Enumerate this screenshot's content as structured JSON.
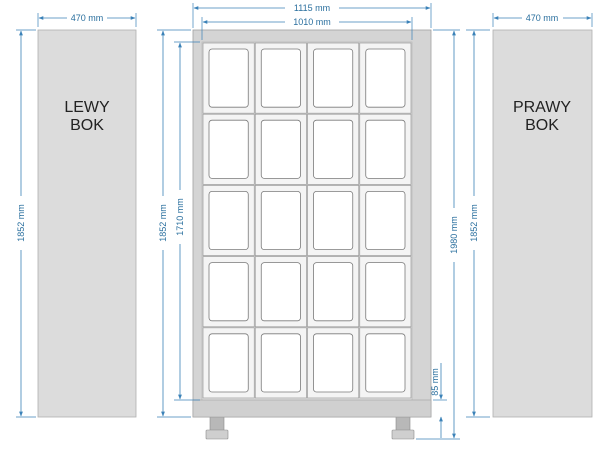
{
  "colors": {
    "dimension_line": "#3b82b8",
    "dimension_text": "#2a6f9e",
    "panel_fill": "#dcdcdc",
    "frame_fill": "#d4d4d4",
    "compartment_fill": "#f4f4f4",
    "door_fill": "#ffffff",
    "outline": "#8a8a8a"
  },
  "left_panel": {
    "label_line1": "LEWY",
    "label_line2": "BOK",
    "width": "470 mm",
    "height": "1852 mm"
  },
  "right_panel": {
    "label_line1": "PRAWY",
    "label_line2": "BOK",
    "width": "470 mm",
    "height": "1852 mm"
  },
  "front": {
    "outer_width": "1115 mm",
    "inner_width": "1010 mm",
    "height_body": "1852 mm",
    "height_inner": "1710 mm",
    "height_total": "1980 mm",
    "foot_height": "85 mm",
    "rows": 5,
    "columns": 4
  }
}
